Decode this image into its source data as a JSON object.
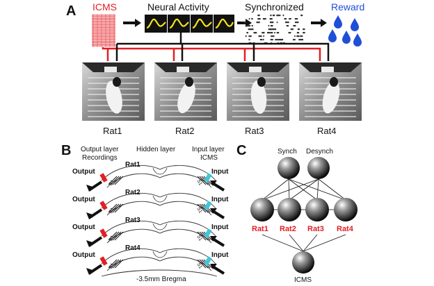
{
  "panel_a": {
    "letter": "A",
    "steps": {
      "icms": "ICMS",
      "neural": "Neural Activity",
      "sync": "Synchronized",
      "reward": "Reward"
    },
    "rats": [
      "Rat1",
      "Rat2",
      "Rat3",
      "Rat4"
    ]
  },
  "panel_b": {
    "letter": "B",
    "output_layer": "Output layer",
    "recordings": "Recordings",
    "hidden_layer": "Hidden layer",
    "input_layer": "Input layer",
    "icms": "ICMS",
    "rows": [
      {
        "rat": "Rat1",
        "output": "Output",
        "input": "Input",
        "s1_left": "S1",
        "s1_right": "S1"
      },
      {
        "rat": "Rat2",
        "output": "Output",
        "input": "Input",
        "s1_left": "S1",
        "s1_right": "S1"
      },
      {
        "rat": "Rat3",
        "output": "Output",
        "input": "Input",
        "s1_left": "S1",
        "s1_right": "S1"
      },
      {
        "rat": "Rat4",
        "output": "Output",
        "input": "Input",
        "s1_left": "S1",
        "s1_right": "S1"
      }
    ],
    "bregma": "-3.5mm Bregma"
  },
  "panel_c": {
    "letter": "C",
    "top_nodes": [
      "Synch",
      "Desynch"
    ],
    "rat_nodes": [
      "Rat1",
      "Rat2",
      "Rat3",
      "Rat4"
    ],
    "bottom_node": "ICMS"
  },
  "colors": {
    "red": "#e31e24",
    "yellow": "#f4e41a",
    "blue": "#1e4fd6",
    "cyan": "#3fc7d6"
  }
}
